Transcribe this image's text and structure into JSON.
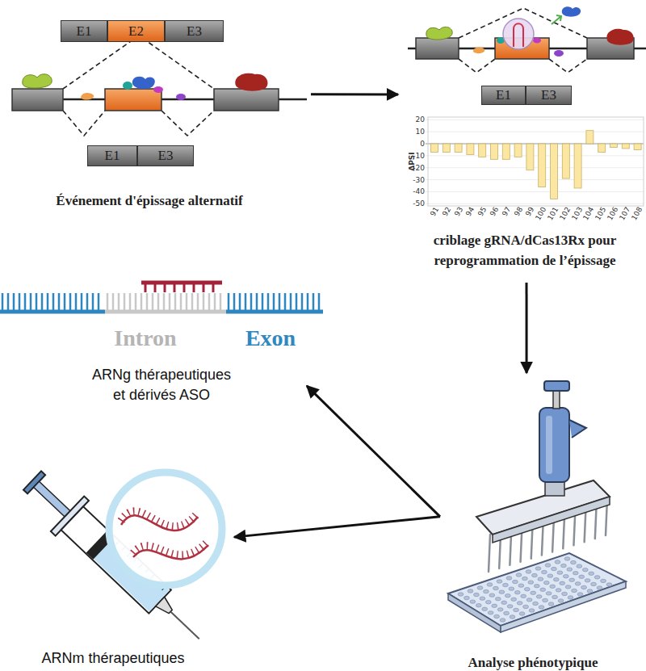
{
  "diagram": {
    "nodes": [
      {
        "text": [
          "Événement d'épissage alternatif"
        ]
      },
      {
        "text": [
          "E1"
        ],
        "in": 0
      },
      {
        "text": [
          "E2"
        ],
        "in": 0
      },
      {
        "text": [
          "E3"
        ],
        "in": 0
      },
      {
        "text": [
          "E1"
        ],
        "in": 0
      },
      {
        "text": [
          "E3"
        ],
        "in": 0
      },
      {
        "text": [
          "criblage gRNA/dCas13Rx pour reprogrammation de l’épissage"
        ]
      },
      {
        "text": [
          "E1"
        ],
        "in": 6
      },
      {
        "text": [
          "E3"
        ],
        "in": 6
      },
      {
        "text": [
          "Intron",
          "Exon",
          "ARNg thérapeutiques et dérivés ASO"
        ]
      },
      {
        "text": [
          "ARNm thérapeutiques"
        ]
      },
      {
        "text": [
          "Analyse phénotypique"
        ]
      }
    ],
    "edges": [
      {
        "from": 0,
        "to": 6,
        "arrow": "to"
      },
      {
        "from": 6,
        "to": 11,
        "arrow": "to"
      },
      {
        "from": 11,
        "to": 9,
        "arrow": "to"
      },
      {
        "from": 11,
        "to": 10,
        "arrow": "to"
      }
    ],
    "labels": [
      "20",
      "10",
      "0",
      "-10",
      "-20",
      "-30",
      "-40",
      "-50",
      "ΔPSI",
      "91",
      "92",
      "93",
      "94",
      "95",
      "96",
      "97",
      "98",
      "99",
      "100",
      "101",
      "102",
      "103",
      "104",
      "105",
      "106",
      "107",
      "108"
    ]
  }
}
